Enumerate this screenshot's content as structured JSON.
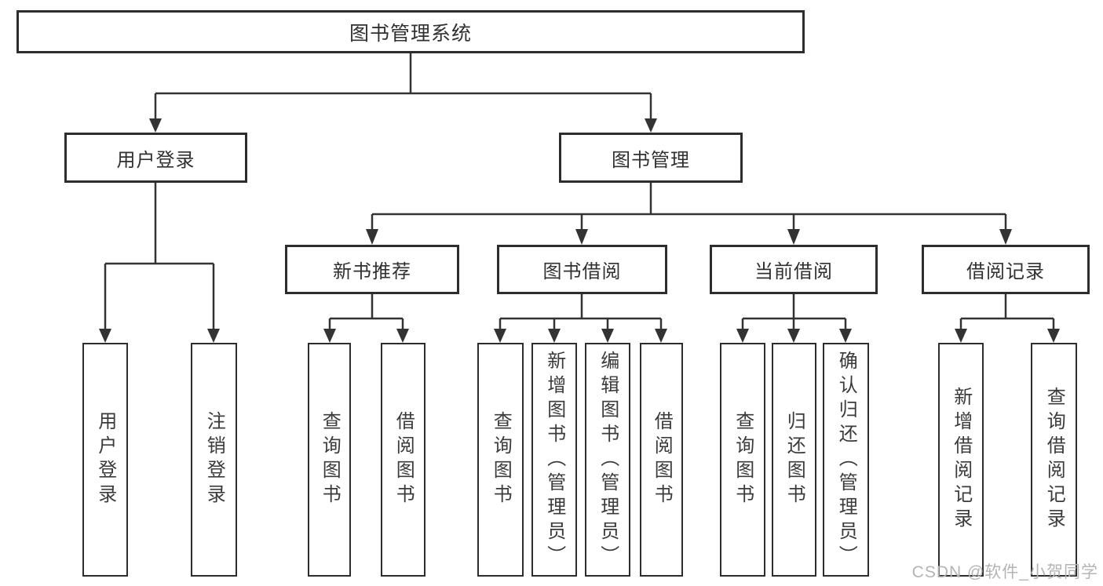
{
  "diagram_type": "tree",
  "tree": {
    "label": "图书管理系统",
    "children": [
      {
        "label": "用户登录",
        "children": [
          {
            "label": "用户登录"
          },
          {
            "label": "注销登录"
          }
        ]
      },
      {
        "label": "图书管理",
        "children": [
          {
            "label": "新书推荐",
            "children": [
              {
                "label": "查询图书"
              },
              {
                "label": "借阅图书"
              }
            ]
          },
          {
            "label": "图书借阅",
            "children": [
              {
                "label": "查询图书"
              },
              {
                "label": "新增图书（管理员）"
              },
              {
                "label": "编辑图书（管理员）"
              },
              {
                "label": "借阅图书"
              }
            ]
          },
          {
            "label": "当前借阅",
            "children": [
              {
                "label": "查询图书"
              },
              {
                "label": "归还图书"
              },
              {
                "label": "确认归还（管理员）"
              }
            ]
          },
          {
            "label": "借阅记录",
            "children": [
              {
                "label": "新增借阅记录"
              },
              {
                "label": "查询借阅记录"
              }
            ]
          }
        ]
      }
    ]
  },
  "watermark": {
    "text": "CSDN @软件_小贺同学"
  },
  "colors": {
    "line": "#333333",
    "box_border": "#2d2d2d",
    "text": "#303030",
    "watermark": "#b4b4b4",
    "background": "#ffffff"
  }
}
